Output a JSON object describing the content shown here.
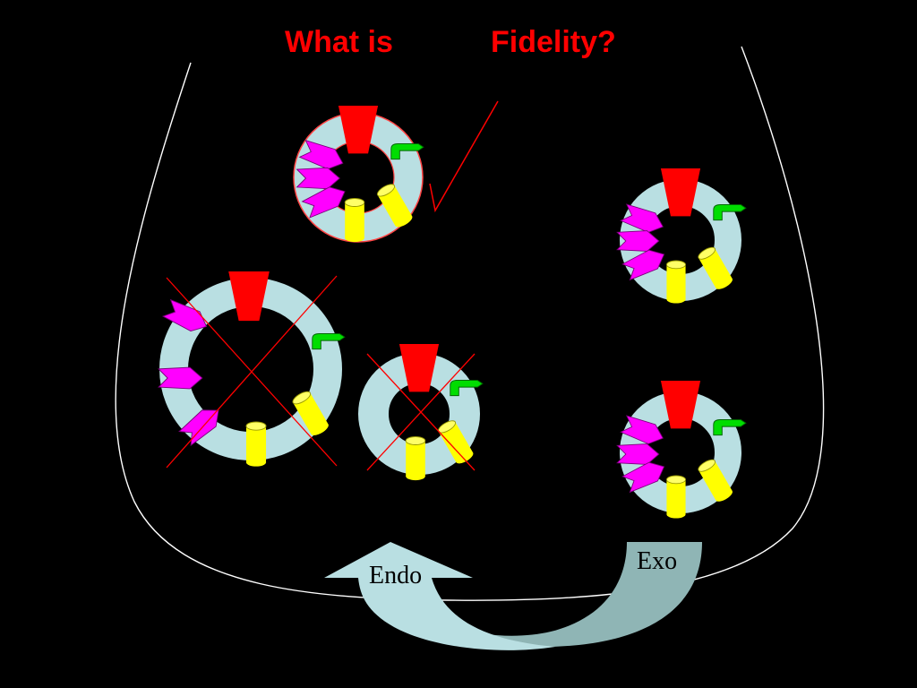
{
  "slide": {
    "title_part1": "What is",
    "title_part2": "Fidelity?",
    "endo_label": "Endo",
    "exo_label": "Exo"
  },
  "colors": {
    "background": "#000000",
    "title": "#ff0000",
    "ring": "#b9dfe2",
    "red_segment": "#ff0000",
    "magenta_segment": "#ff00ff",
    "yellow_segment": "#ffff00",
    "green_hook": "#00dd00",
    "cross_mark": "#ff0000",
    "bowl_line": "#ffffff",
    "endo_arrow": "#b9dfe2",
    "exo_arrow": "#8fb5b5"
  },
  "rings": [
    {
      "id": "ring-top-correct",
      "magenta_count": 3,
      "yellow_count": 2,
      "has_green_hook": true,
      "mark": "check",
      "red_outline": true
    },
    {
      "id": "ring-right-upper",
      "magenta_count": 3,
      "yellow_count": 2,
      "has_green_hook": true,
      "mark": "none",
      "red_outline": false
    },
    {
      "id": "ring-right-lower",
      "magenta_count": 3,
      "yellow_count": 2,
      "has_green_hook": true,
      "mark": "none",
      "red_outline": false
    },
    {
      "id": "ring-large-crossed",
      "magenta_count": 3,
      "yellow_count": 2,
      "has_green_hook": true,
      "mark": "cross",
      "red_outline": false
    },
    {
      "id": "ring-small-crossed",
      "magenta_count": 0,
      "yellow_count": 2,
      "has_green_hook": true,
      "mark": "cross",
      "red_outline": false
    }
  ]
}
